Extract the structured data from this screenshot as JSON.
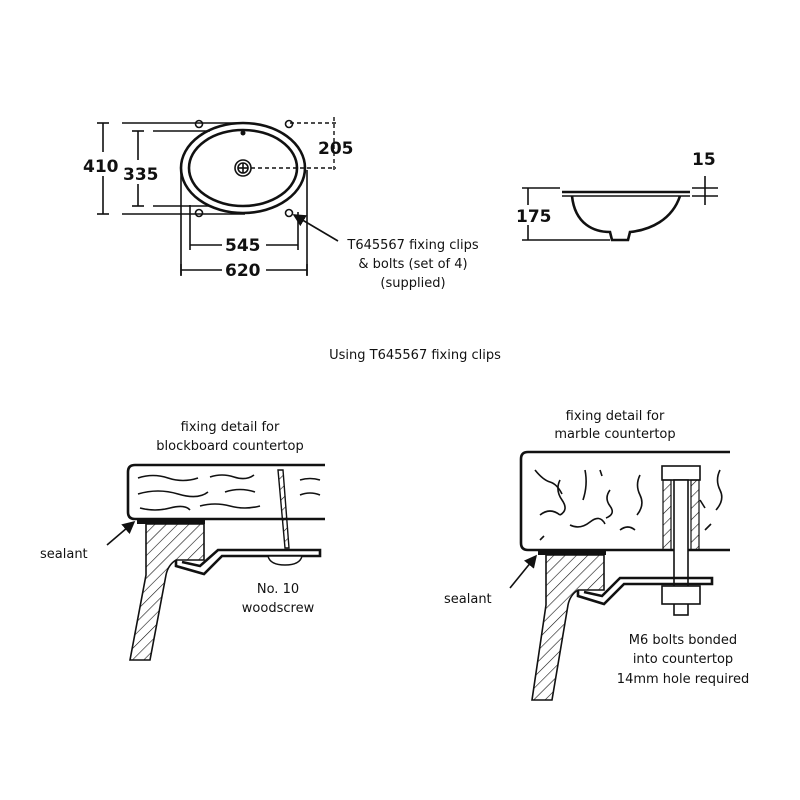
{
  "plan_view": {
    "dim_overall_depth": "410",
    "dim_inner_depth": "335",
    "dim_waste_offset": "205",
    "dim_inner_width": "545",
    "dim_overall_width": "620",
    "clips_label_line1": "T645567 fixing clips",
    "clips_label_line2": "& bolts (set of 4)",
    "clips_label_line3": "(supplied)"
  },
  "side_view": {
    "dim_rim": "15",
    "dim_height": "175"
  },
  "section_title": "Using T645567 fixing clips",
  "blockboard_detail": {
    "title_line1": "fixing detail for",
    "title_line2": "blockboard countertop",
    "sealant_label": "sealant",
    "screw_line1": "No. 10",
    "screw_line2": "woodscrew"
  },
  "marble_detail": {
    "title_line1": "fixing detail for",
    "title_line2": "marble countertop",
    "sealant_label": "sealant",
    "bolt_line1": "M6 bolts bonded",
    "bolt_line2": "into countertop",
    "bolt_line3": "14mm hole required"
  }
}
